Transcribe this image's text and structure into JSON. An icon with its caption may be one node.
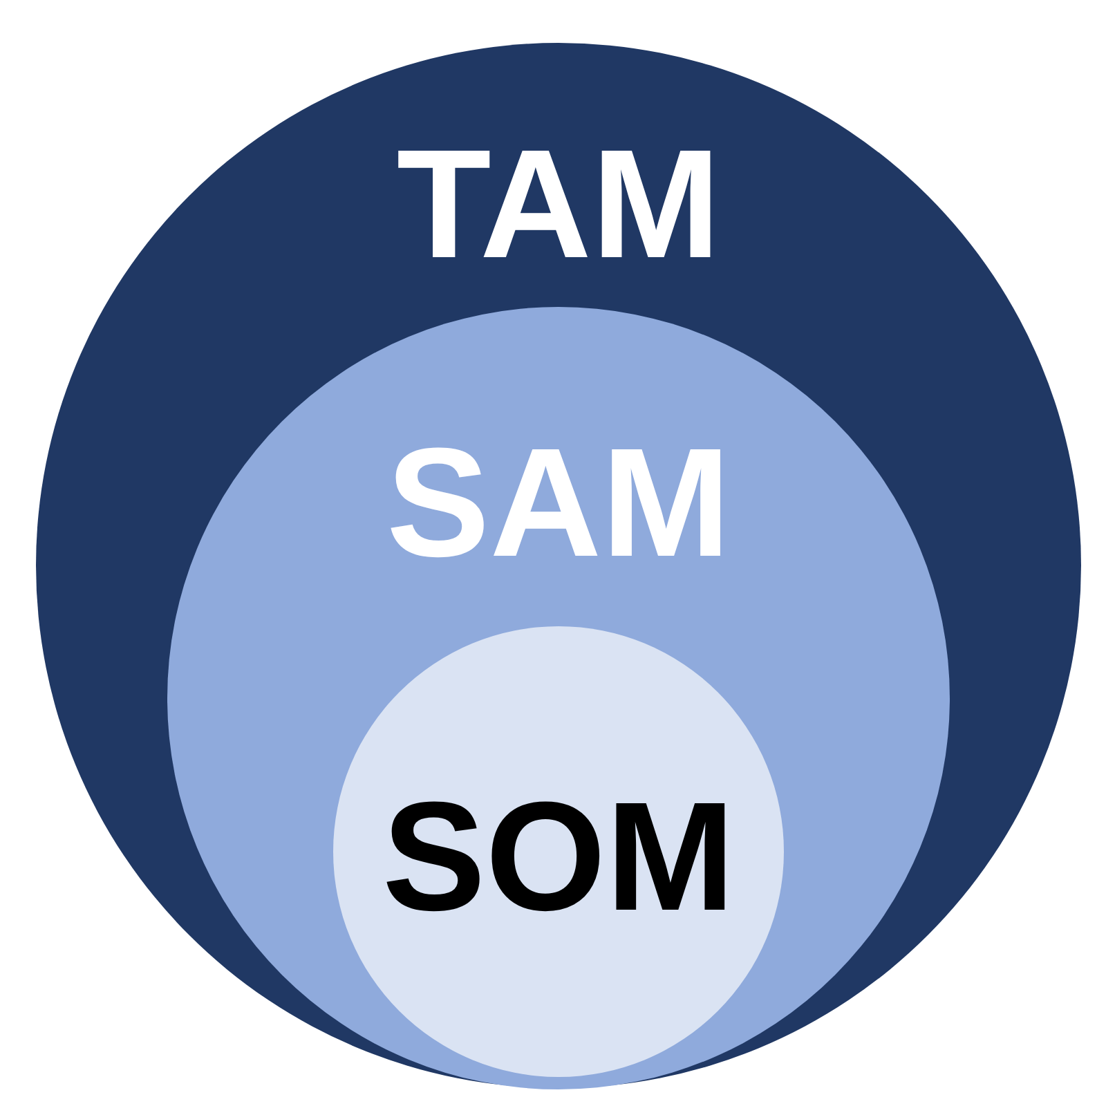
{
  "diagram": {
    "nodes": [
      {
        "text": [
          "TAM"
        ]
      },
      {
        "text": [
          "SAM"
        ],
        "in": 0
      },
      {
        "text": [
          "SOM"
        ],
        "in": 1
      }
    ]
  }
}
